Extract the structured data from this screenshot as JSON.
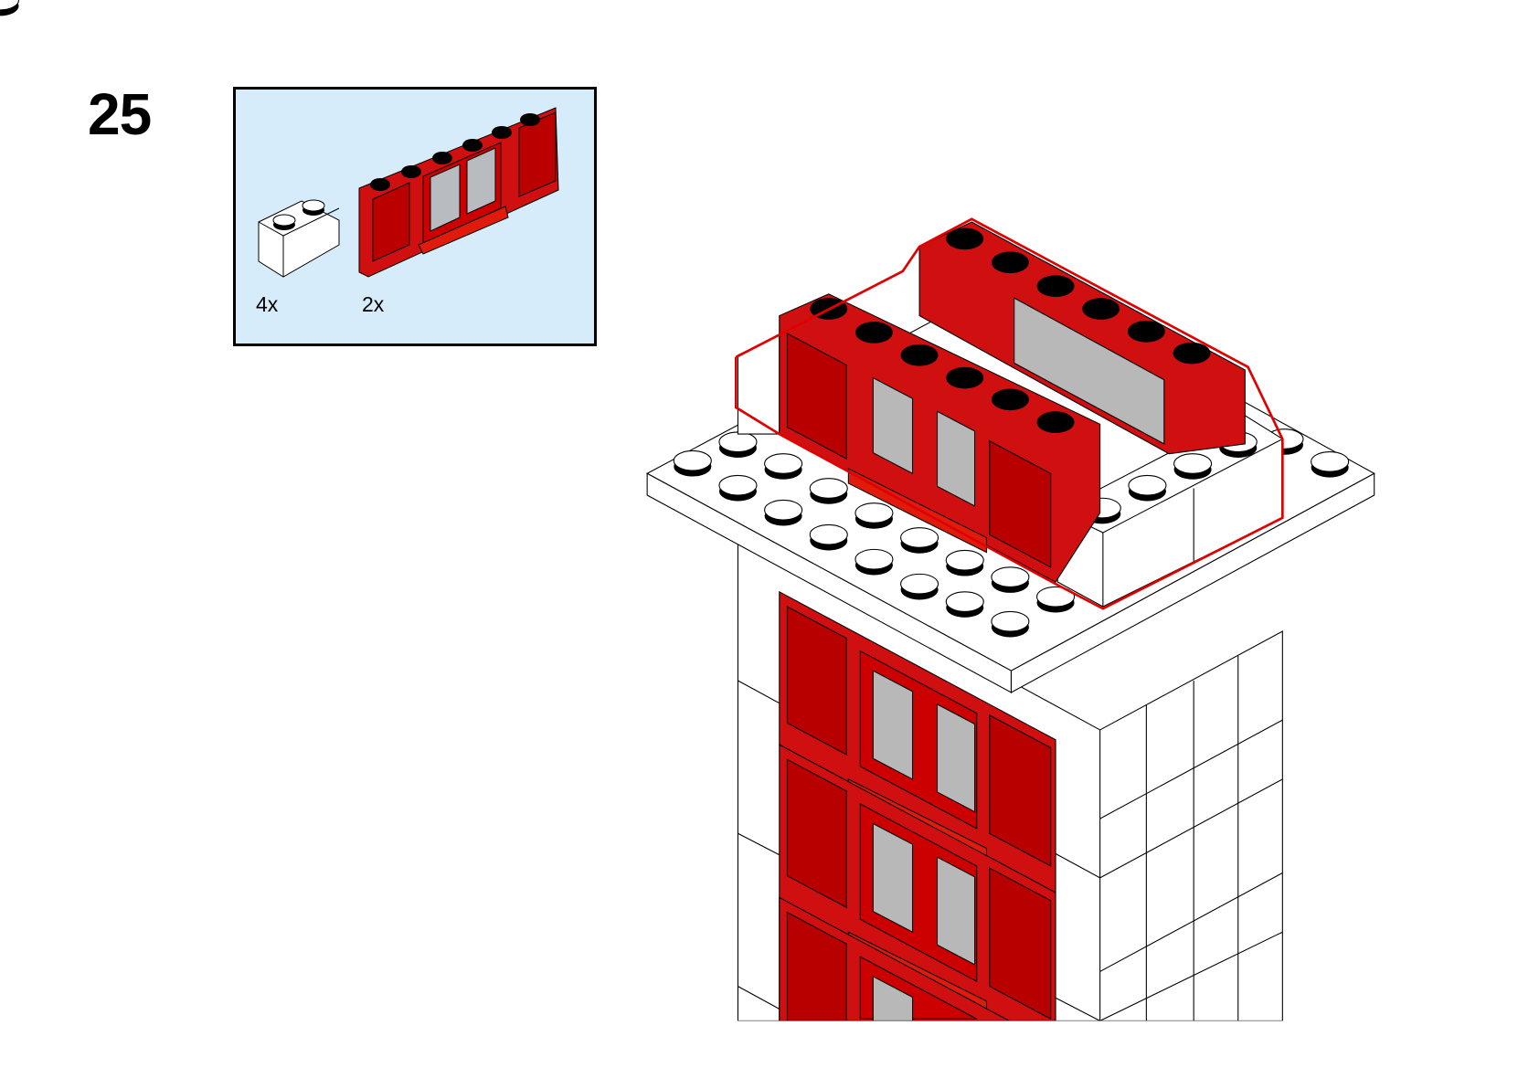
{
  "step": {
    "number": "25"
  },
  "parts_list": {
    "items": [
      {
        "part": "white-brick-1x2",
        "quantity": "4x"
      },
      {
        "part": "red-window-panel-1x6",
        "quantity": "2x"
      }
    ]
  },
  "colors": {
    "red": "#d01010",
    "bright_red": "#e01b0b",
    "glass": "#b8b8b8",
    "parts_bg": "#d6ecfa",
    "outline": "#000000"
  }
}
